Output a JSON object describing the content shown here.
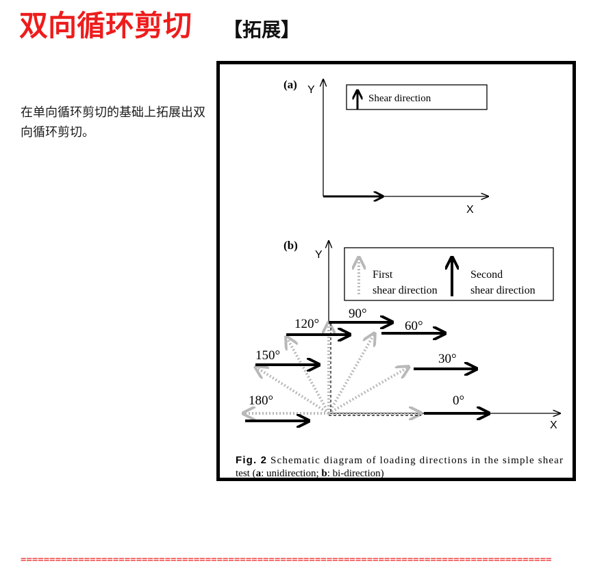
{
  "page": {
    "title": "双向循环剪切",
    "title_tag": "【拓展】",
    "description": "在单向循环剪切的基础上拓展出双向循环剪切。",
    "divider": "============================================================================================"
  },
  "figure": {
    "panel_a": {
      "label": "(a)",
      "y_axis": "Y",
      "x_axis": "X",
      "legend": "Shear direction"
    },
    "panel_b": {
      "label": "(b)",
      "y_axis": "Y",
      "x_axis": "X",
      "legend_first_line1": "First",
      "legend_first_line2": "shear direction",
      "legend_second_line1": "Second",
      "legend_second_line2": "shear direction",
      "angles": [
        "0°",
        "30°",
        "60°",
        "90°",
        "120°",
        "150°",
        "180°"
      ]
    },
    "caption_label": "Fig. 2",
    "caption_text": "Schematic diagram of loading directions in the simple shear",
    "caption_line2_prefix": "test (",
    "caption_bold_a": "a",
    "caption_mid": ": unidirection; ",
    "caption_bold_b": "b",
    "caption_suffix": ": bi-direction)"
  },
  "colors": {
    "title": "#ee1c1c",
    "first_shear_arrow": "#b8b8b8",
    "second_shear_arrow": "#000000"
  }
}
